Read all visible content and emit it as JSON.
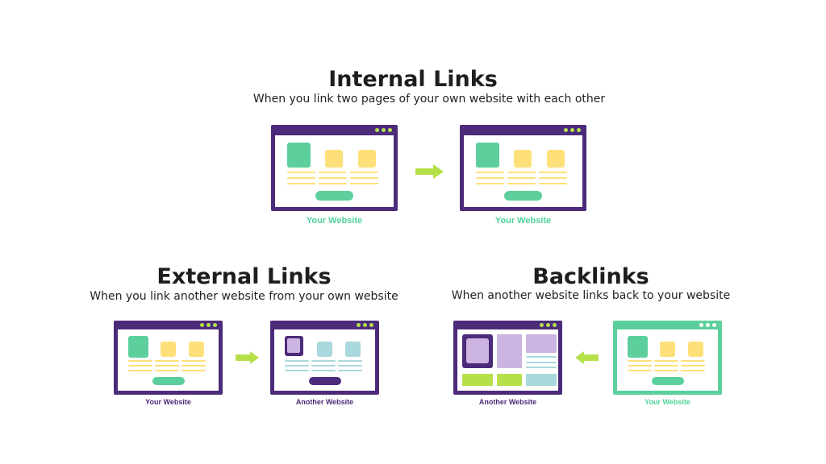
{
  "colors": {
    "purple": "#4b2b7a",
    "green": "#5ccf9d",
    "yellow": "#fde07a",
    "lime": "#b5e04a",
    "lavender": "#cbb5e0",
    "teal": "#a9d9dc",
    "cap_green": "#4fd39a",
    "cap_purple": "#4b2b7a"
  },
  "internal": {
    "title": "Internal Links",
    "subtitle": "When you link two pages of your own website with each other",
    "left_caption": "Your Website",
    "right_caption": "Your Website",
    "arrow": "right-arrow"
  },
  "external": {
    "title": "External Links",
    "subtitle": "When you link another website from your own website",
    "left_caption": "Your Website",
    "right_caption": "Another Website",
    "arrow": "right-arrow"
  },
  "backlinks": {
    "title": "Backlinks",
    "subtitle": "When another website links back to your website",
    "left_caption": "Another Website",
    "right_caption": "Your Website",
    "arrow": "left-arrow"
  }
}
